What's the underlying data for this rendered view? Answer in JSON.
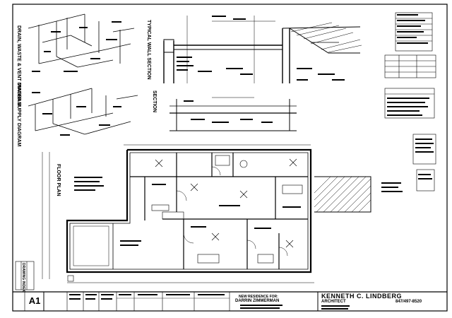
{
  "diagrams": {
    "drain_waste_vent": "DRAIN, WASTE & VENT DIAGRAM",
    "water_supply": "WATER SUPPLY DIAGRAM",
    "wall_section": "TYPICAL WALL SECTION",
    "section": "SECTION"
  },
  "floor_plan": {
    "title": "FLOOR PLAN"
  },
  "drawing_index": {
    "title": "DRAWING INDEX"
  },
  "title_block": {
    "architect_name": "KENNETH C. LINDBERG",
    "architect_label": "ARCHITECT",
    "phone": "847/497-8520",
    "project_line1": "NEW RESIDENCE FOR:",
    "project_line2": "DARRIN ZIMMERMAN",
    "sheet_number": "A1"
  }
}
